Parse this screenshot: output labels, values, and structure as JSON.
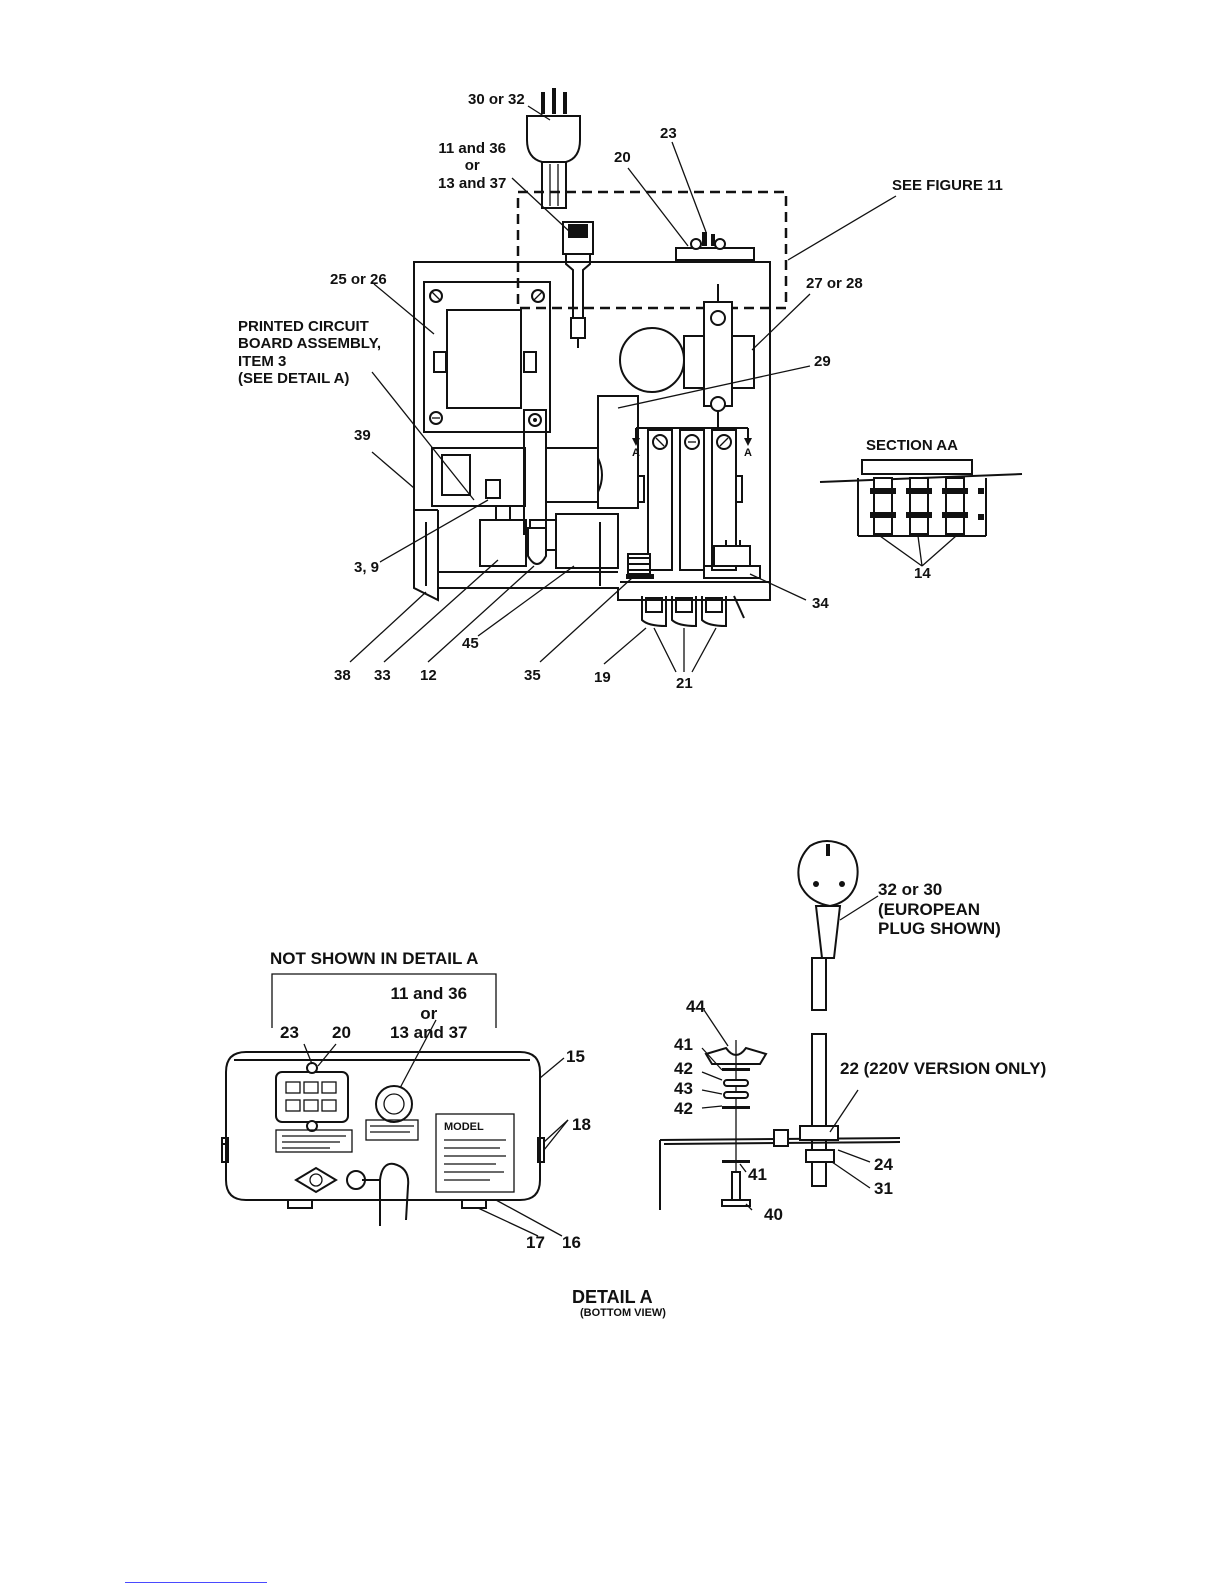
{
  "upper_view": {
    "callouts": {
      "c30_32": "30 or 32",
      "c11_36_13_37": "11 and 36\nor\n13 and 37",
      "c23": "23",
      "c20": "20",
      "see_figure": "SEE FIGURE 11",
      "c25_26": "25 or 26",
      "pcb": "PRINTED CIRCUIT\nBOARD ASSEMBLY,\nITEM 3\n(SEE DETAIL A)",
      "c27_28": "27 or 28",
      "c29": "29",
      "c39": "39",
      "section_aa": "SECTION AA",
      "c14": "14",
      "c3_9": "3, 9",
      "c34": "34",
      "c38": "38",
      "c33": "33",
      "c12": "12",
      "c45": "45",
      "c35": "35",
      "c19": "19",
      "c21": "21",
      "arrow_a_left": "A",
      "arrow_a_right": "A"
    }
  },
  "detail_view": {
    "callouts": {
      "not_shown": "NOT SHOWN IN DETAIL A",
      "c23": "23",
      "c20": "20",
      "c11_36_13_37": "11 and 36\nor\n13 and 37",
      "c15": "15",
      "c18": "18",
      "c17": "17",
      "c16": "16",
      "model": "MODEL"
    },
    "title": "DETAIL A",
    "subtitle": "(BOTTOM VIEW)"
  },
  "plug_view": {
    "callouts": {
      "c32_30": "32 or 30\n(EUROPEAN\nPLUG SHOWN)",
      "c44": "44",
      "c41a": "41",
      "c42a": "42",
      "c43": "43",
      "c42b": "42",
      "c41b": "41",
      "c40": "40",
      "c22": "22 (220V VERSION ONLY)",
      "c24": "24",
      "c31": "31"
    }
  }
}
